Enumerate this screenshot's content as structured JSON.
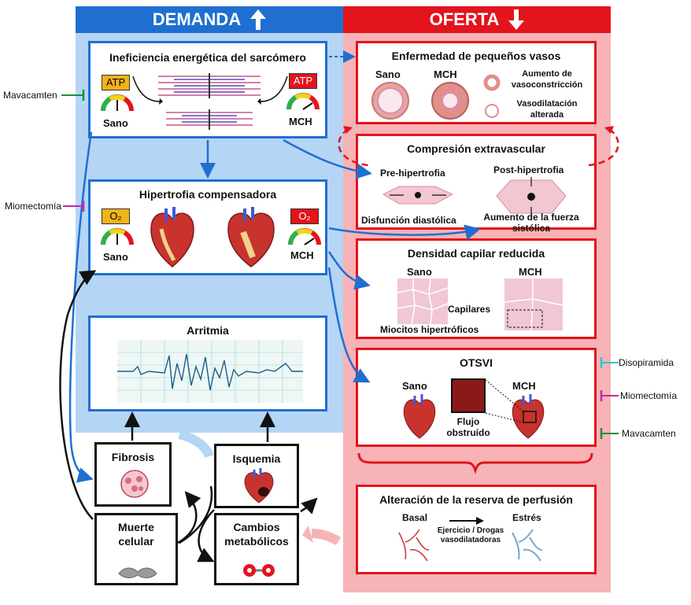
{
  "headers": {
    "demand": "DEMANDA",
    "supply": "OFERTA"
  },
  "boxes": {
    "sarcomere": {
      "title": "Ineficiencia energética del sarcómero",
      "atp_left": "ATP",
      "atp_right": "ATP",
      "healthy": "Sano",
      "hcm": "MCH"
    },
    "hypertrophy": {
      "title": "Hipertrofia compensadora",
      "o2_left": "O₂",
      "o2_right": "O₂",
      "healthy": "Sano",
      "hcm": "MCH"
    },
    "arrhythmia": {
      "title": "Arritmia"
    },
    "small_vessel": {
      "title": "Enfermedad de pequeños vasos",
      "healthy": "Sano",
      "hcm": "MCH",
      "vasoconstriction": "Aumento de vasoconstricción",
      "vasodilation": "Vasodilatación alterada"
    },
    "compression": {
      "title": "Compresión extravascular",
      "pre": "Pre-hipertrofia",
      "post": "Post-hipertrofia",
      "diastolic": "Disfunción diastólica",
      "systolic": "Aumento de la fuerza sistólica"
    },
    "capillary": {
      "title": "Densidad capilar reducida",
      "healthy": "Sano",
      "hcm": "MCH",
      "capillaries": "Capilares",
      "myocytes": "Miocitos hipertróficos"
    },
    "lvoto": {
      "title": "OTSVI",
      "healthy": "Sano",
      "hcm": "MCH",
      "obstructed": "Flujo obstruído"
    },
    "perfusion": {
      "title": "Alteración de la reserva de perfusión",
      "basal": "Basal",
      "stress": "Estrés",
      "exercise": "Ejercicio / Drogas vasodilatadoras"
    },
    "fibrosis": {
      "title": "Fibrosis"
    },
    "ischemia": {
      "title": "Isquemia"
    },
    "cell_death": {
      "title": "Muerte celular"
    },
    "metabolic": {
      "title": "Cambios metabólicos"
    }
  },
  "interventions": {
    "mavacamten_left": "Mavacamten",
    "myectomy_left": "Miomectomía",
    "disopyramide": "Disopiramida",
    "myectomy_right": "Miomectomía",
    "mavacamten_right": "Mavacamten"
  },
  "colors": {
    "blue_header": "#1f6fd1",
    "red_header": "#e3141c",
    "blue_bg": "#b5d5f5",
    "red_bg": "#f7b3b6",
    "mavacamten": "#1a8f3c",
    "myectomy": "#c02aa8",
    "disopyramide": "#2ec4cf"
  }
}
